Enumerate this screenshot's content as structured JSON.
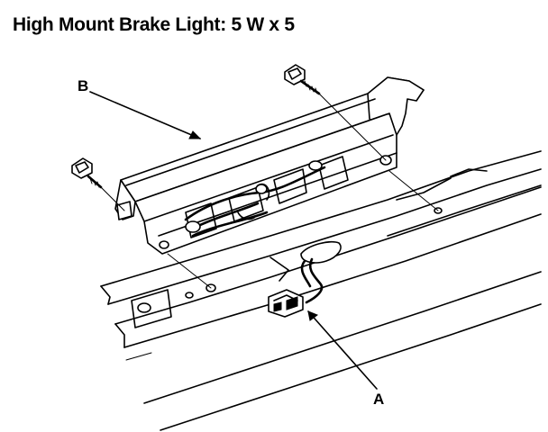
{
  "title": "High Mount Brake Light:  5 W x 5",
  "callouts": {
    "b": "B",
    "a": "A"
  }
}
